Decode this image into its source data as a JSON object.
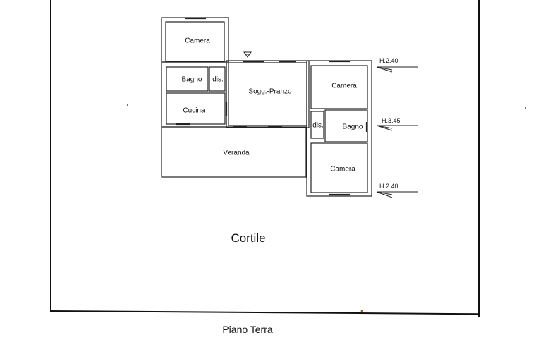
{
  "rooms": {
    "camera_top_left": "Camera",
    "bagno_left": "Bagno",
    "dis_left": "dis.",
    "cucina": "Cucina",
    "soggiorno_pranzo": "Sogg.-Pranzo",
    "veranda": "Veranda",
    "camera_right_top": "Camera",
    "dis_right": "dis.",
    "bagno_right": "Bagno",
    "camera_right_bottom": "Camera"
  },
  "heights": {
    "h_top": "H.2.40",
    "h_middle": "H.3.45",
    "h_bottom": "H.2.40"
  },
  "courtyard_label": "Cortile",
  "floor_title": "Piano Terra"
}
